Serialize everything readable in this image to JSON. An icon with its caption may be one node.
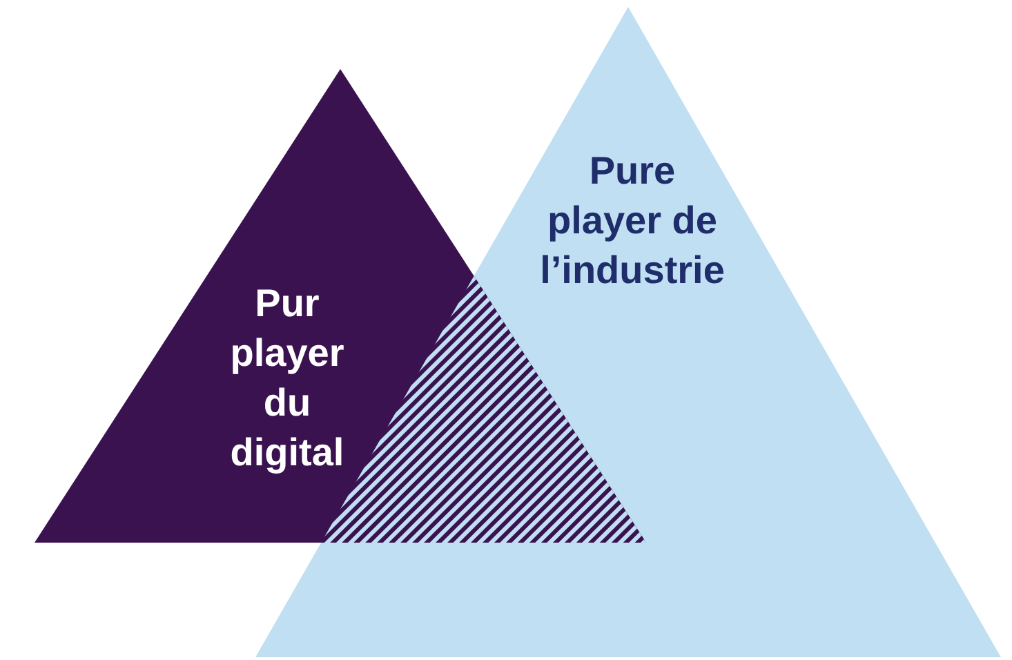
{
  "diagram": {
    "nodes": [
      {
        "text": [
          "Pur player du digital"
        ]
      },
      {
        "text": [
          "Pure player de l’industrie"
        ]
      },
      {
        "text": [],
        "shape": "triangle"
      }
    ]
  }
}
